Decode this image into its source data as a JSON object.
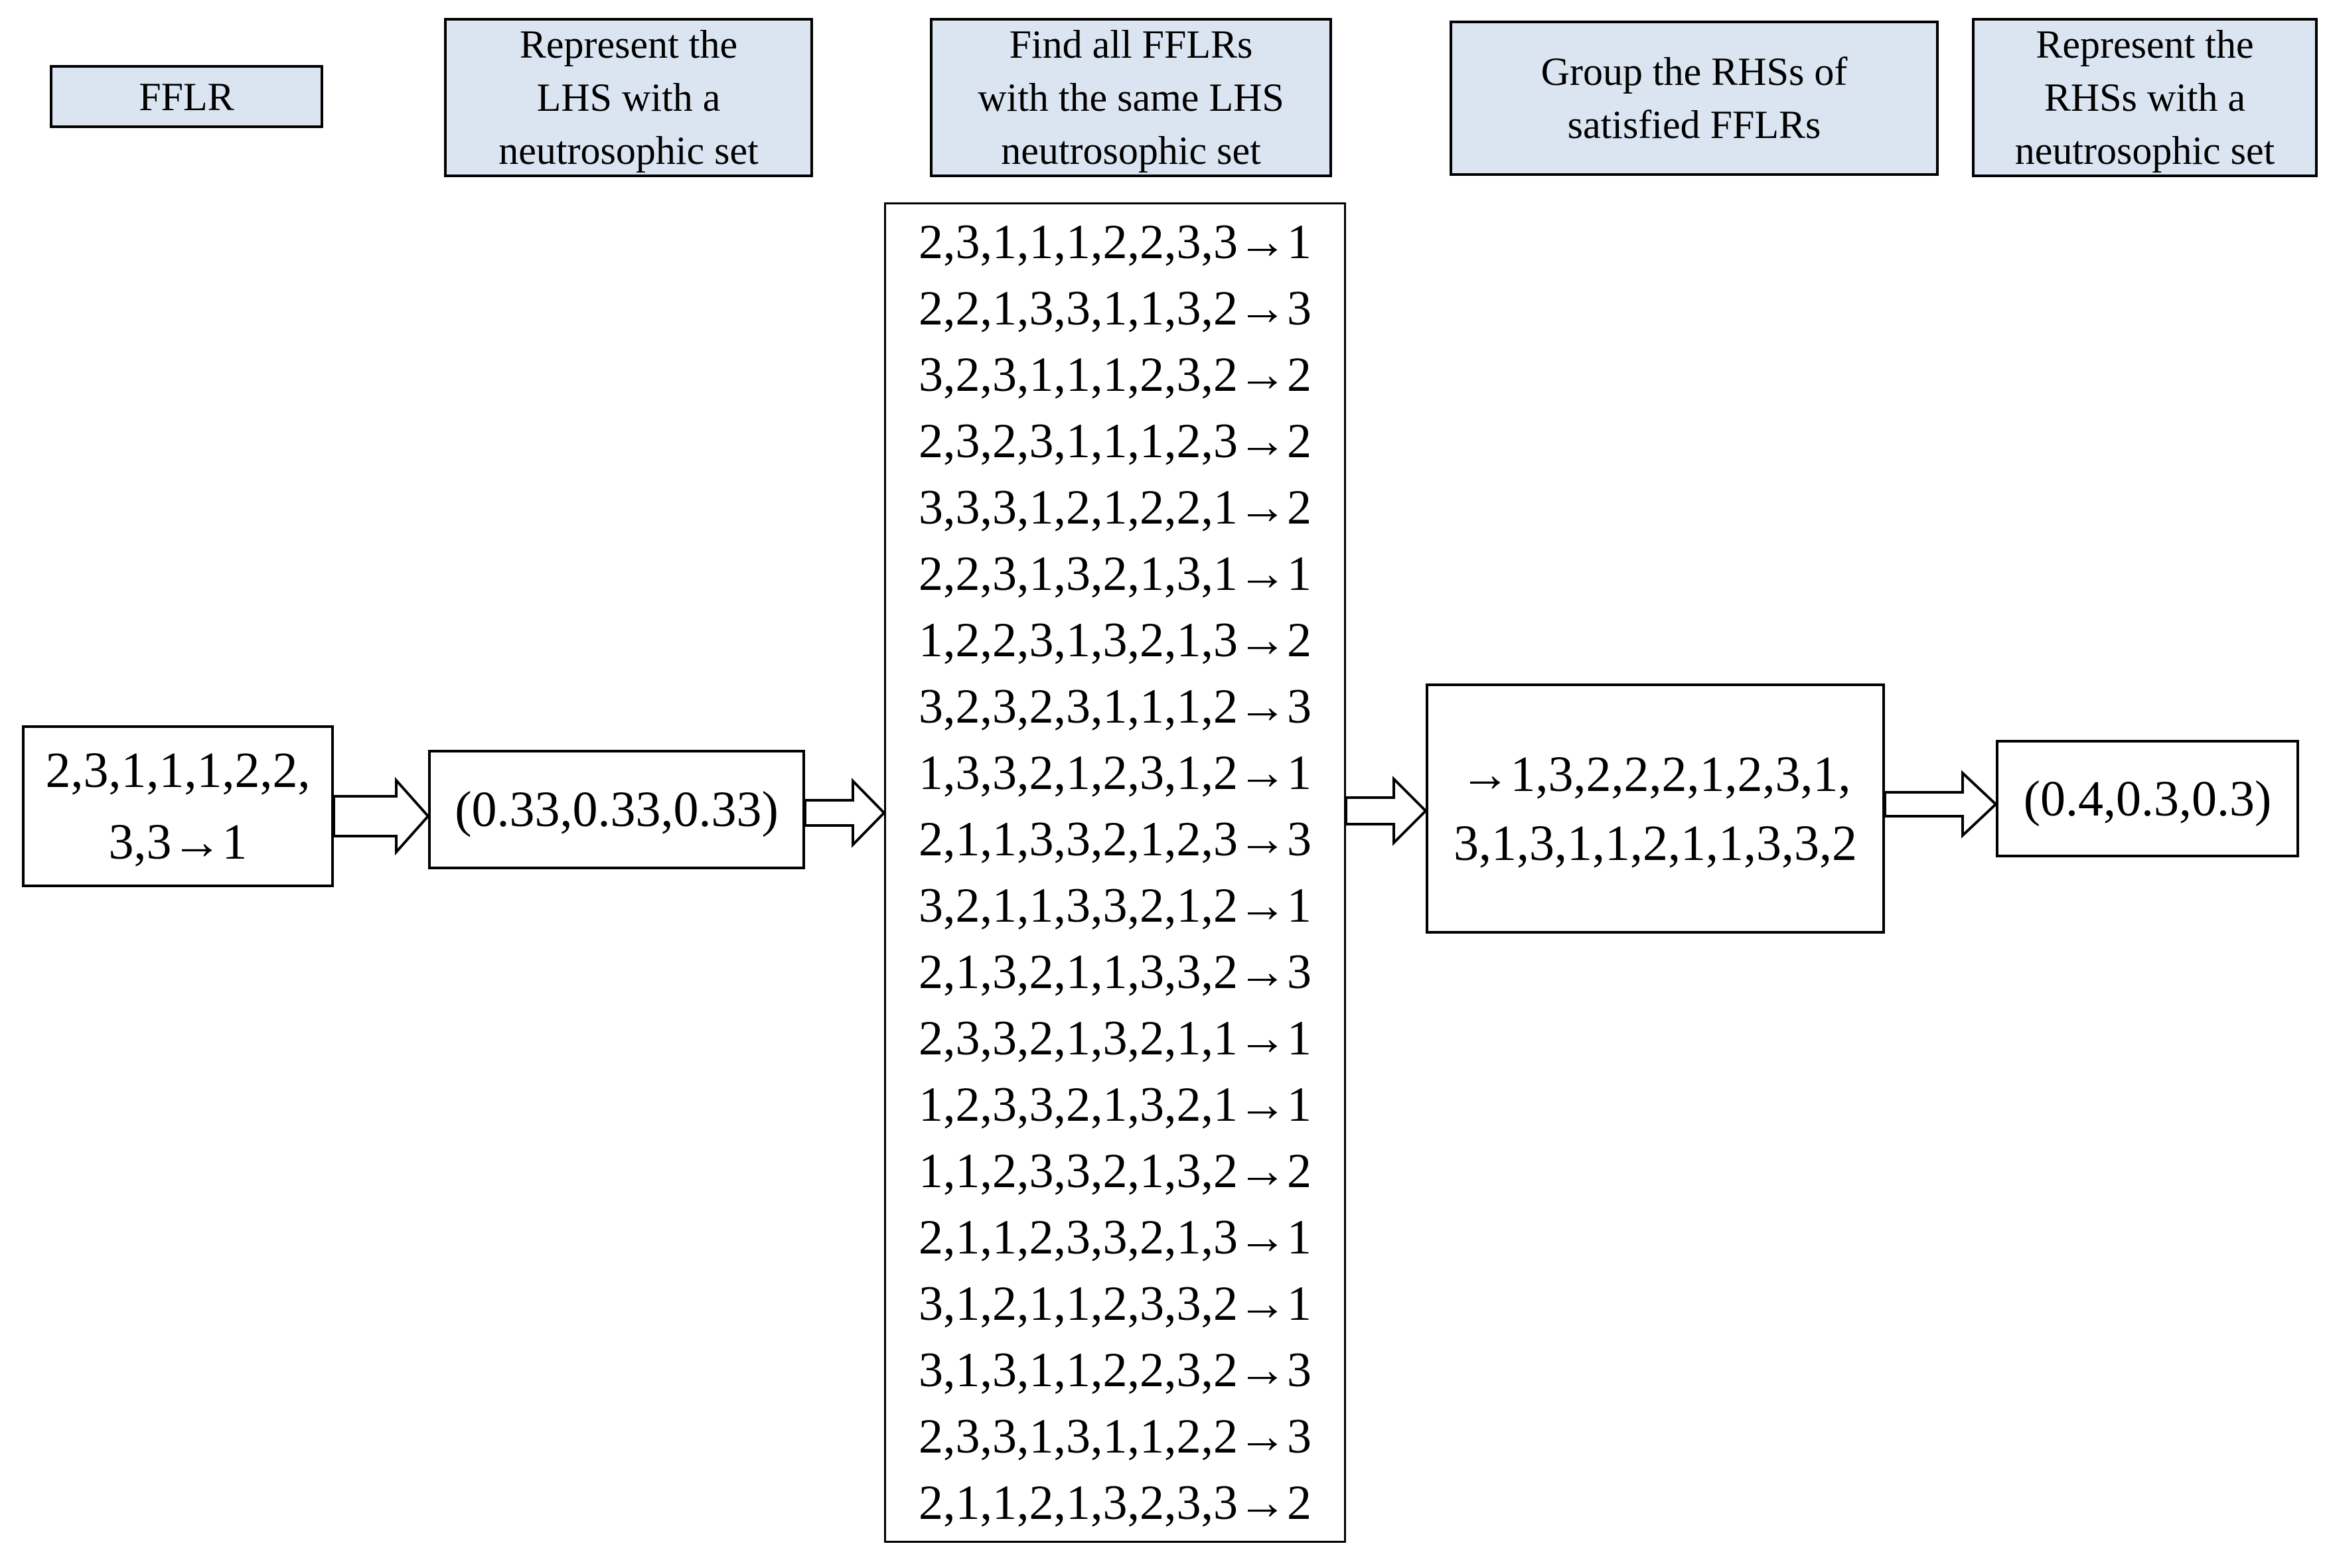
{
  "headers": [
    {
      "lines": [
        "FFLR"
      ]
    },
    {
      "lines": [
        "Represent the",
        "LHS with a",
        "neutrosophic set"
      ]
    },
    {
      "lines": [
        "Find all FFLRs",
        "with the same LHS",
        "neutrosophic set"
      ]
    },
    {
      "lines": [
        "Group the RHSs of",
        "satisfied FFLRs"
      ]
    },
    {
      "lines": [
        "Represent the",
        "RHSs with a",
        "neutrosophic set"
      ]
    }
  ],
  "flow": {
    "fflr_example": {
      "lines": [
        "2,3,1,1,1,2,2,",
        "3,3→1"
      ]
    },
    "lhs_neutrosophic_set": "(0.33,0.33,0.33)",
    "fflr_list": [
      "2,3,1,1,1,2,2,3,3→1",
      "2,2,1,3,3,1,1,3,2→3",
      "3,2,3,1,1,1,2,3,2→2",
      "2,3,2,3,1,1,1,2,3→2",
      "3,3,3,1,2,1,2,2,1→2",
      "2,2,3,1,3,2,1,3,1→1",
      "1,2,2,3,1,3,2,1,3→2",
      "3,2,3,2,3,1,1,1,2→3",
      "1,3,3,2,1,2,3,1,2→1",
      "2,1,1,3,3,2,1,2,3→3",
      "3,2,1,1,3,3,2,1,2→1",
      "2,1,3,2,1,1,3,3,2→3",
      "2,3,3,2,1,3,2,1,1→1",
      "1,2,3,3,2,1,3,2,1→1",
      "1,1,2,3,3,2,1,3,2→2",
      "2,1,1,2,3,3,2,1,3→1",
      "3,1,2,1,1,2,3,3,2→1",
      "3,1,3,1,1,2,2,3,2→3",
      "2,3,3,1,3,1,1,2,2→3",
      "2,1,1,2,1,3,2,3,3→2"
    ],
    "grouped_rhs": {
      "lines": [
        "→1,3,2,2,2,1,2,3,1,",
        "3,1,3,1,1,2,1,1,3,3,2"
      ]
    },
    "rhs_neutrosophic_set": "(0.4,0.3,0.3)"
  },
  "colors": {
    "header_fill": "#dbe5f1",
    "border": "#000000",
    "box_fill": "#ffffff",
    "background": "#ffffff"
  }
}
